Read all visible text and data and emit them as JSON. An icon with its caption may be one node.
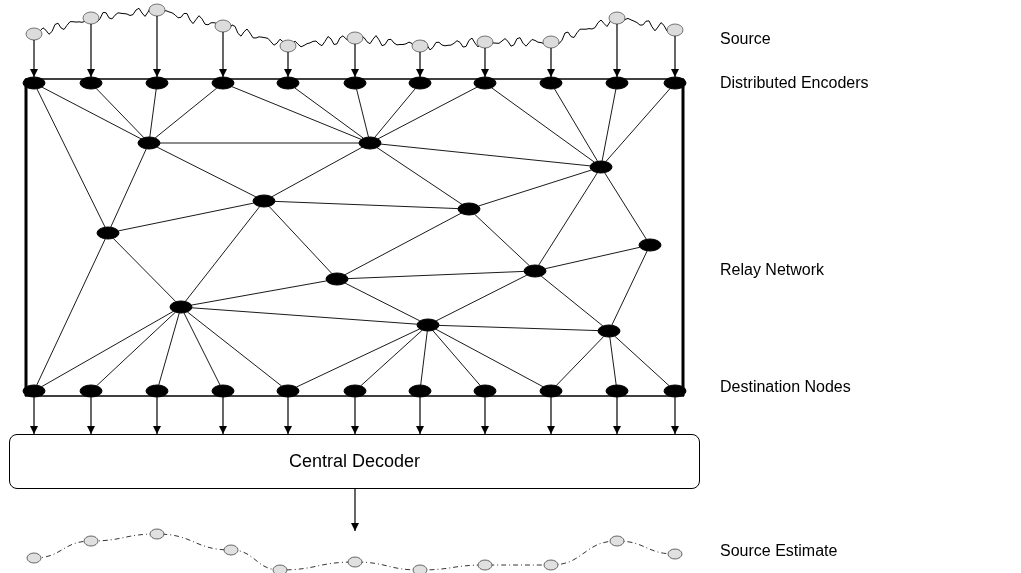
{
  "diagram": {
    "nodes": [
      {
        "text": [],
        "shape": "picture"
      },
      {
        "text": [],
        "shape": "circle"
      },
      {
        "text": [],
        "shape": "circle"
      },
      {
        "text": [],
        "shape": "circle"
      },
      {
        "text": [],
        "shape": "circle"
      },
      {
        "text": [],
        "shape": "circle"
      },
      {
        "text": [],
        "shape": "circle"
      },
      {
        "text": [],
        "shape": "circle"
      },
      {
        "text": [],
        "shape": "circle"
      },
      {
        "text": [],
        "shape": "circle"
      },
      {
        "text": [],
        "shape": "circle"
      },
      {
        "text": [],
        "shape": "circle"
      },
      {
        "text": [],
        "shape": "circle"
      },
      {
        "text": [],
        "shape": "circle"
      },
      {
        "text": [],
        "shape": "circle"
      },
      {
        "text": [],
        "shape": "circle"
      },
      {
        "text": [],
        "shape": "circle"
      },
      {
        "text": [],
        "shape": "circle"
      },
      {
        "text": [],
        "shape": "circle"
      },
      {
        "text": [],
        "shape": "circle"
      },
      {
        "text": [],
        "shape": "circle"
      },
      {
        "text": [],
        "shape": "circle"
      },
      {
        "text": [],
        "shape": "circle"
      },
      {
        "text": [],
        "shape": "circle"
      },
      {
        "text": [],
        "shape": "circle"
      },
      {
        "text": [],
        "shape": "circle"
      },
      {
        "text": [],
        "shape": "circle"
      },
      {
        "text": [],
        "shape": "circle"
      },
      {
        "text": [],
        "shape": "circle"
      },
      {
        "text": [],
        "shape": "circle"
      },
      {
        "text": [],
        "shape": "circle"
      },
      {
        "text": [],
        "shape": "circle"
      },
      {
        "text": [],
        "shape": "circle"
      },
      {
        "text": [],
        "shape": "circle"
      },
      {
        "text": [],
        "shape": "circle"
      },
      {
        "text": [
          "Central Decoder"
        ]
      },
      {
        "text": [],
        "shape": "picture"
      }
    ],
    "edges": [
      {
        "from": 0,
        "to": 1,
        "arrow": "to"
      },
      {
        "from": 0,
        "to": 2,
        "arrow": "to"
      },
      {
        "from": 0,
        "to": 3,
        "arrow": "to"
      },
      {
        "from": 0,
        "to": 4,
        "arrow": "to"
      },
      {
        "from": 0,
        "to": 5,
        "arrow": "to"
      },
      {
        "from": 0,
        "to": 6,
        "arrow": "to"
      },
      {
        "from": 0,
        "to": 7,
        "arrow": "to"
      },
      {
        "from": 0,
        "to": 8,
        "arrow": "to"
      },
      {
        "from": 0,
        "to": 9,
        "arrow": "to"
      },
      {
        "from": 0,
        "to": 10,
        "arrow": "to"
      },
      {
        "from": 0,
        "to": 11,
        "arrow": "to"
      },
      {
        "from": 1,
        "to": 12,
        "arrow": "none"
      },
      {
        "from": 1,
        "to": 15,
        "arrow": "none"
      },
      {
        "from": 2,
        "to": 12,
        "arrow": "none"
      },
      {
        "from": 3,
        "to": 12,
        "arrow": "none"
      },
      {
        "from": 4,
        "to": 12,
        "arrow": "none"
      },
      {
        "from": 4,
        "to": 13,
        "arrow": "none"
      },
      {
        "from": 5,
        "to": 13,
        "arrow": "none"
      },
      {
        "from": 6,
        "to": 13,
        "arrow": "none"
      },
      {
        "from": 7,
        "to": 13,
        "arrow": "none"
      },
      {
        "from": 8,
        "to": 13,
        "arrow": "none"
      },
      {
        "from": 8,
        "to": 14,
        "arrow": "none"
      },
      {
        "from": 9,
        "to": 14,
        "arrow": "none"
      },
      {
        "from": 10,
        "to": 14,
        "arrow": "none"
      },
      {
        "from": 11,
        "to": 14,
        "arrow": "none"
      },
      {
        "from": 12,
        "to": 13,
        "arrow": "none"
      },
      {
        "from": 13,
        "to": 14,
        "arrow": "none"
      },
      {
        "from": 12,
        "to": 15,
        "arrow": "none"
      },
      {
        "from": 12,
        "to": 16,
        "arrow": "none"
      },
      {
        "from": 13,
        "to": 16,
        "arrow": "none"
      },
      {
        "from": 13,
        "to": 17,
        "arrow": "none"
      },
      {
        "from": 14,
        "to": 17,
        "arrow": "none"
      },
      {
        "from": 14,
        "to": 20,
        "arrow": "none"
      },
      {
        "from": 14,
        "to": 18,
        "arrow": "none"
      },
      {
        "from": 15,
        "to": 16,
        "arrow": "none"
      },
      {
        "from": 15,
        "to": 24,
        "arrow": "none"
      },
      {
        "from": 15,
        "to": 21,
        "arrow": "none"
      },
      {
        "from": 16,
        "to": 21,
        "arrow": "none"
      },
      {
        "from": 16,
        "to": 19,
        "arrow": "none"
      },
      {
        "from": 16,
        "to": 17,
        "arrow": "none"
      },
      {
        "from": 17,
        "to": 19,
        "arrow": "none"
      },
      {
        "from": 17,
        "to": 20,
        "arrow": "none"
      },
      {
        "from": 20,
        "to": 18,
        "arrow": "none"
      },
      {
        "from": 19,
        "to": 20,
        "arrow": "none"
      },
      {
        "from": 18,
        "to": 23,
        "arrow": "none"
      },
      {
        "from": 19,
        "to": 21,
        "arrow": "none"
      },
      {
        "from": 19,
        "to": 22,
        "arrow": "none"
      },
      {
        "from": 20,
        "to": 22,
        "arrow": "none"
      },
      {
        "from": 20,
        "to": 23,
        "arrow": "none"
      },
      {
        "from": 21,
        "to": 22,
        "arrow": "none"
      },
      {
        "from": 22,
        "to": 23,
        "arrow": "none"
      },
      {
        "from": 21,
        "to": 24,
        "arrow": "none"
      },
      {
        "from": 21,
        "to": 25,
        "arrow": "none"
      },
      {
        "from": 21,
        "to": 26,
        "arrow": "none"
      },
      {
        "from": 21,
        "to": 27,
        "arrow": "none"
      },
      {
        "from": 21,
        "to": 28,
        "arrow": "none"
      },
      {
        "from": 22,
        "to": 28,
        "arrow": "none"
      },
      {
        "from": 22,
        "to": 29,
        "arrow": "none"
      },
      {
        "from": 22,
        "to": 30,
        "arrow": "none"
      },
      {
        "from": 22,
        "to": 31,
        "arrow": "none"
      },
      {
        "from": 22,
        "to": 32,
        "arrow": "none"
      },
      {
        "from": 23,
        "to": 32,
        "arrow": "none"
      },
      {
        "from": 23,
        "to": 33,
        "arrow": "none"
      },
      {
        "from": 23,
        "to": 34,
        "arrow": "none"
      },
      {
        "from": 24,
        "to": 35,
        "arrow": "to"
      },
      {
        "from": 25,
        "to": 35,
        "arrow": "to"
      },
      {
        "from": 26,
        "to": 35,
        "arrow": "to"
      },
      {
        "from": 27,
        "to": 35,
        "arrow": "to"
      },
      {
        "from": 28,
        "to": 35,
        "arrow": "to"
      },
      {
        "from": 29,
        "to": 35,
        "arrow": "to"
      },
      {
        "from": 30,
        "to": 35,
        "arrow": "to"
      },
      {
        "from": 31,
        "to": 35,
        "arrow": "to"
      },
      {
        "from": 32,
        "to": 35,
        "arrow": "to"
      },
      {
        "from": 33,
        "to": 35,
        "arrow": "to"
      },
      {
        "from": 34,
        "to": 35,
        "arrow": "to"
      },
      {
        "from": 35,
        "to": 36,
        "arrow": "to"
      }
    ],
    "labels": [
      "Source",
      "Distributed Encoders",
      "Relay Network",
      "Destination Nodes",
      "Source Estimate"
    ]
  }
}
